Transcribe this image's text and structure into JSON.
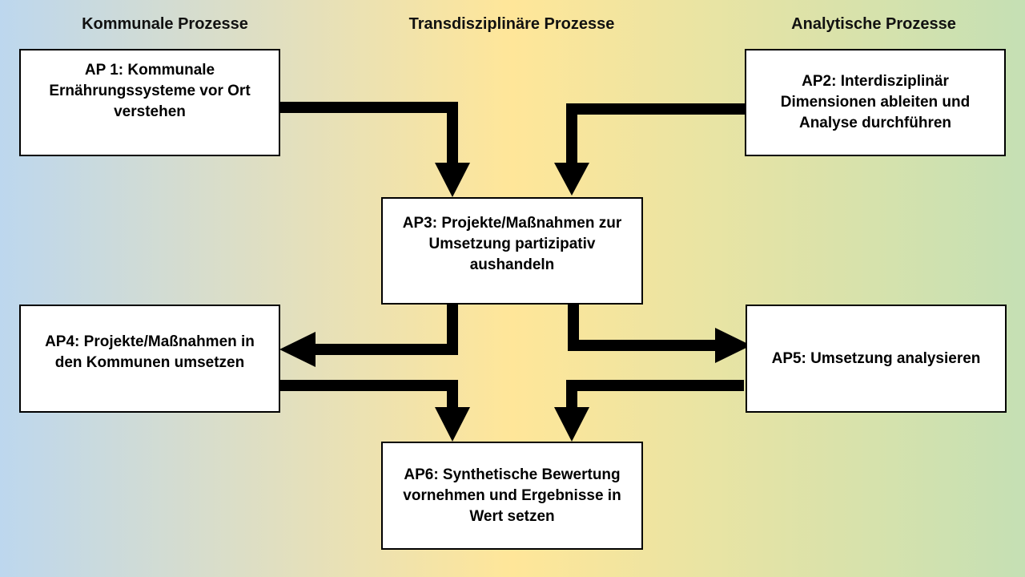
{
  "background": {
    "left_color": "#bdd7ee",
    "center_color": "#ffe699",
    "right_color": "#c5e0b4"
  },
  "headers": {
    "left": "Kommunale Prozesse",
    "middle": "Transdisziplinäre Prozesse",
    "right": "Analytische Prozesse"
  },
  "boxes": {
    "ap1": "AP 1: Kommunale Ernährungssysteme vor Ort verstehen",
    "ap2": "AP2: Interdisziplinär Dimensionen ableiten und Analyse durchführen",
    "ap3": "AP3: Projekte/Maßnahmen zur Umsetzung partizipativ aushandeln",
    "ap4": "AP4: Projekte/Maßnahmen in den Kommunen umsetzen",
    "ap5": "AP5: Umsetzung analysieren",
    "ap6": "AP6: Synthetische Bewertung vornehmen und Ergebnisse in Wert setzen"
  }
}
